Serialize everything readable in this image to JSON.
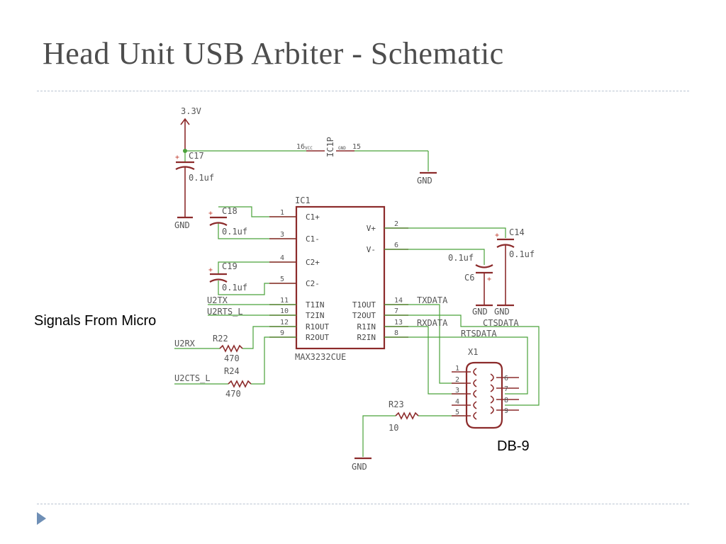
{
  "title": "Head Unit USB Arbiter - Schematic",
  "captions": {
    "signals_from_micro": "Signals From Micro",
    "db9": "DB-9"
  },
  "colors": {
    "wire": "#4aa23a",
    "part": "#8c2b2b",
    "title": "#4d4d4d",
    "rule": "#b9c4d2",
    "bullet": "#6f8fb6"
  },
  "labels": {
    "vcc": "3.3V",
    "gnd": "GND",
    "ic1p_name": "IC1P",
    "ic1p_pin16": "16",
    "ic1p_pin15": "15",
    "ic1p_vcc_tag": "VCC",
    "ic1p_gnd_tag": "GND",
    "c17": "C17",
    "c17_val": "0.1uf",
    "c18": "C18",
    "c18_val": "0.1uf",
    "c19": "C19",
    "c19_val": "0.1uf",
    "c14": "C14",
    "c14_val": "0.1uf",
    "c6": "C6",
    "c6_val": "0.1uf",
    "ic1": "IC1",
    "ic1_part": "MAX3232CUE",
    "r22": "R22",
    "r22_val": "470",
    "r24": "R24",
    "r24_val": "470",
    "r23": "R23",
    "r23_val": "10",
    "x1": "X1",
    "net_u2tx": "U2TX",
    "net_u2rts": "U2RTS_L",
    "net_u2rx": "U2RX",
    "net_u2cts": "U2CTS_L",
    "net_txdata": "TXDATA",
    "net_rxdata": "RXDATA",
    "net_ctsdata": "CTSDATA",
    "net_rtsdata": "RTSDATA",
    "plus": "+"
  },
  "ic1_pins_left": [
    {
      "num": "1",
      "name": "C1+"
    },
    {
      "num": "3",
      "name": "C1-"
    },
    {
      "num": "4",
      "name": "C2+"
    },
    {
      "num": "5",
      "name": "C2-"
    },
    {
      "num": "11",
      "name": "T1IN"
    },
    {
      "num": "10",
      "name": "T2IN"
    },
    {
      "num": "12",
      "name": "R1OUT"
    },
    {
      "num": "9",
      "name": "R2OUT"
    }
  ],
  "ic1_pins_right": [
    {
      "num": "2",
      "name": "V+"
    },
    {
      "num": "6",
      "name": "V-"
    },
    {
      "num": "14",
      "name": "T1OUT"
    },
    {
      "num": "7",
      "name": "T2OUT"
    },
    {
      "num": "13",
      "name": "R1IN"
    },
    {
      "num": "8",
      "name": "R2IN"
    }
  ],
  "db9_pins_left": [
    "1",
    "2",
    "3",
    "4",
    "5"
  ],
  "db9_pins_right": [
    "6",
    "7",
    "8",
    "9"
  ]
}
